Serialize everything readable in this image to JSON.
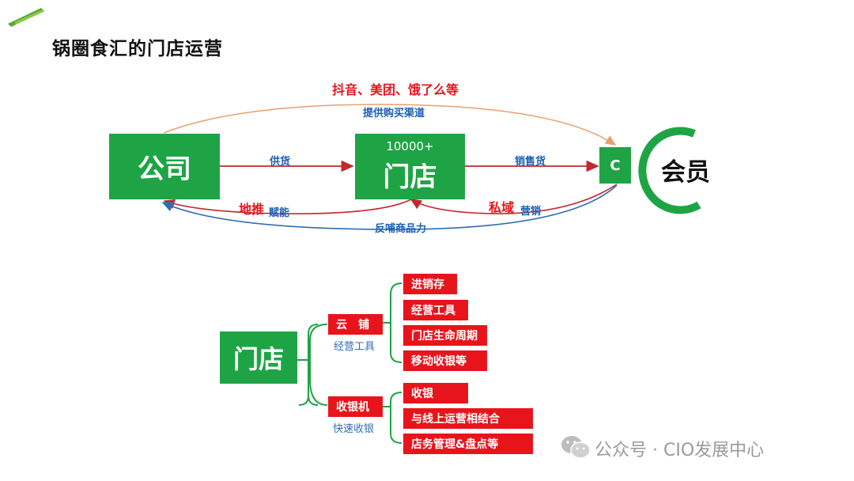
{
  "title": "锅圈食汇的门店运营",
  "top_diagram": {
    "company": "公司",
    "store_count": "10000+",
    "store": "门店",
    "member_c": "C",
    "member": "会员",
    "platforms": "抖音、美团、饿了么等",
    "purchase_channel": "提供购买渠道",
    "supply": "供货",
    "sell_goods": "销售货",
    "ground_push": "地推",
    "empower": "赋能",
    "private_domain": "私域",
    "marketing": "营销",
    "feedback": "反哺商品力"
  },
  "bottom_diagram": {
    "root": "门店",
    "branches": [
      {
        "label": "云　铺",
        "sub": "经营工具",
        "leaves": [
          "进销存",
          "经营工具",
          "门店生命周期",
          "移动收银等"
        ]
      },
      {
        "label": "收银机",
        "sub": "快速收银",
        "leaves": [
          "收银",
          "与线上运营相结合",
          "店务管理&盘点等"
        ]
      }
    ]
  },
  "watermark": "公众号 · CIO发展中心"
}
